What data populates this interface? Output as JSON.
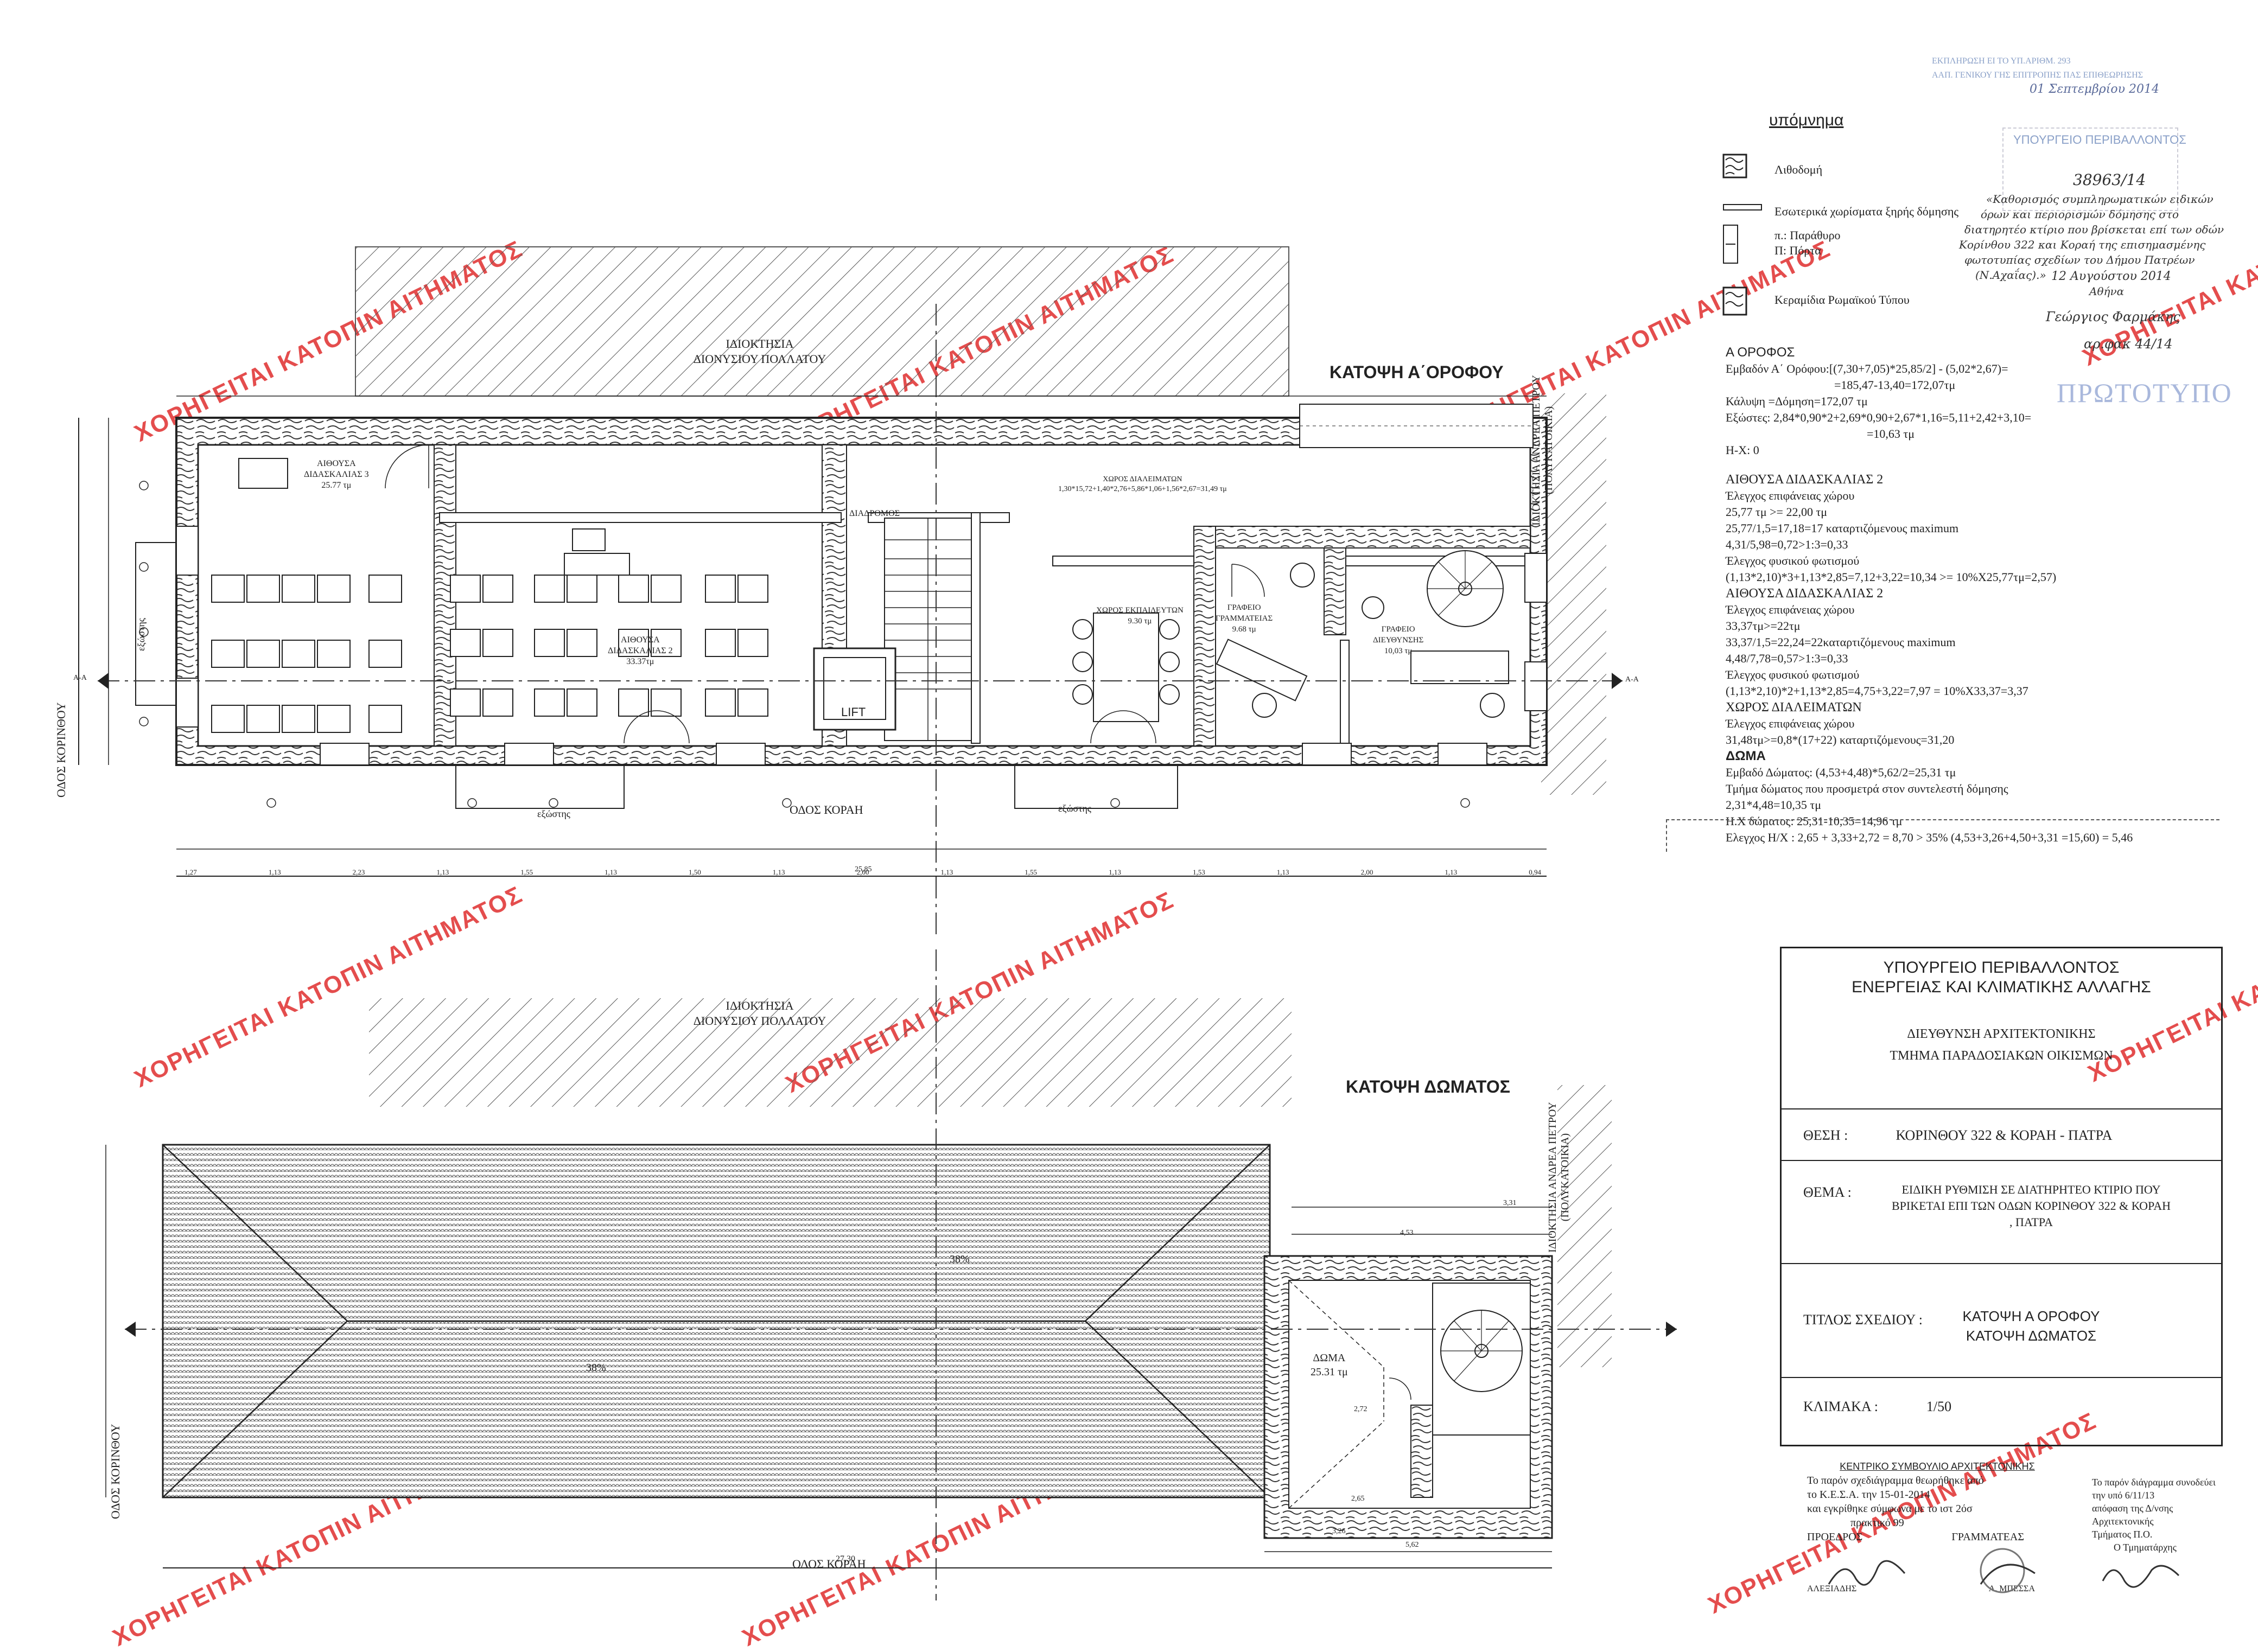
{
  "watermark": "ΧΟΡΗΓΕΙΤΑΙ ΚΑΤΟΠΙΝ ΑΙΤΗΜΑΤΟΣ",
  "stamp_top": {
    "line1": "ΕΚΠΛΗΡΩΣΗ ΕΙ ΤΟ ΥΠ.ΑΡΙΘΜ. 293",
    "line2": "ΑΑΠ. ΓΕΝΙΚΟΥ ΓΗΣ ΕΠΙΤΡΟΠΗΣ ΠΑΣ ΕΠΙΘΕΩΡΗΣΗΣ",
    "date": "01 Σεπτεμβρίου 2014"
  },
  "legend": {
    "title": "υπόμνημα",
    "items": [
      {
        "label": "Λιθοδομή"
      },
      {
        "label": "Εσωτερικά χωρίσματα ξηρής δόμησης"
      },
      {
        "label": "π.: Παράθυρο\nΠ: Πόρτα"
      },
      {
        "label": "Κεραμίδια Ρωμαϊκού Τύπου"
      }
    ]
  },
  "handnote": {
    "lines": [
      "ΥΠΟΥΡΓΕΙΟ ΠΕΡΙΒΑΛΛΟΝΤΟΣ",
      "38963/14",
      "«Καθορισμός συμπληρωματικών ειδικών",
      "όρων και περιορισμών δόμησης στο",
      "διατηρητέο κτίριο που βρίσκεται επί των οδών",
      "Κορίνθου 322 και Κοραή της επισημασμένης",
      "φωτοτυπίας σχεδίων του Δήμου Πατρέων",
      "(Ν.Αχαΐας).»",
      "12 Αυγούστου 2014",
      "Αθήνα",
      "Γεώργιος Φαρμάκης",
      "αρ.φακ 44/14"
    ],
    "prototype": "ΠΡΩΤΟΤΥΠΟ"
  },
  "calcs": {
    "heading": "Α ΟΡΟΦΟΣ",
    "lines": [
      "Εμβαδόν Α΄ Ορόφου:[(7,30+7,05)*25,85/2] - (5,02*2,67)=",
      "=185,47-13,40=172,07τμ",
      "Κάλυψη =Δόμηση=172,07 τμ",
      "Εξώστες: 2,84*0,90*2+2,69*0,90+2,67*1,16=5,11+2,42+3,10=",
      "=10,63 τμ",
      "Η-Χ: 0",
      "",
      "ΑΙΘΟΥΣΑ ΔΙΔΑΣΚΑΛΙΑΣ 2",
      "Έλεγχος επιφάνειας χώρου",
      "25,77 τμ >= 22,00 τμ",
      "25,77/1,5=17,18=17 καταρτιζόμενους maximum",
      "4,31/5,98=0,72>1:3=0,33",
      "Έλεγχος φυσικού φωτισμού",
      "(1,13*2,10)*3+1,13*2,85=7,12+3,22=10,34 >= 10%Χ25,77τμ=2,57)",
      "ΑΙΘΟΥΣΑ ΔΙΔΑΣΚΑΛΙΑΣ 2",
      "Έλεγχος επιφάνειας χώρου",
      "33,37τμ>=22τμ",
      "33,37/1,5=22,24=22καταρτιζόμενους maximum",
      "4,48/7,78=0,57>1:3=0,33",
      "Έλεγχος φυσικού φωτισμού",
      "(1,13*2,10)*2+1,13*2,85=4,75+3,22=7,97 = 10%Χ33,37=3,37",
      "ΧΩΡΟΣ ΔΙΑΛΕΙΜΑΤΩΝ",
      "Έλεγχος επιφάνειας χώρου",
      "31,48τμ>=0,8*(17+22) καταρτιζόμενους=31,20",
      "ΔΩΜΑ",
      "Εμβαδό Δώματος: (4,53+4,48)*5,62/2=25,31 τμ",
      "Τμήμα δώματος που προσμετρά στον συντελεστή δόμησης",
      "2,31*4,48=10,35 τμ",
      "Η.Χ δώματος: 25,31-10,35=14,96 τμ",
      "Ελεγχος Η/Χ : 2,65 + 3,33+2,72 = 8,70 > 35% (4,53+3,26+4,50+3,31 =15,60) = 5,46"
    ]
  },
  "plan1": {
    "title": "ΚΑΤΟΨΗ Α΄ΟΡΟΦΟΥ",
    "neighbor_top": "ΙΔΙΟΚΤΗΣΙΑ\nΔΙΟΝΥΣΙΟΥ ΠΟΛΛΑΤΟΥ",
    "neighbor_right": "ΙΔΙΟΚΤΗΣΙΑ ΑΝΔΡΕΑ ΠΕΤΡΟΥ (ΠΟΛΥΚΑΤΟΙΚΙΑ)",
    "street_left": "ΟΔΟΣ ΚΟΡΙΝΘΟΥ",
    "street_bottom": "ΟΔΟΣ ΚΟΡΑΗ",
    "rooms": [
      {
        "name": "ΑΙΘΟΥΣΑ\nΔΙΔΑΣΚΑΛΙΑΣ 3",
        "area": "25.77 τμ"
      },
      {
        "name": "ΑΙΘΟΥΣΑ\nΔΙΔΑΣΚΑΛΙΑΣ 2",
        "area": "33.37τμ"
      },
      {
        "name": "ΧΩΡΟΣ ΔΙΑΛΕΙΜΑΤΩΝ",
        "area": "1,30*15,72+1,40*2,76+5,86*1,06+1,56*2,67=31,49 τμ"
      },
      {
        "name": "ΔΙΑΔΡΟΜΟΣ",
        "area": ""
      },
      {
        "name": "ΧΩΡΟΣ ΕΚΠΑΙΔΕΥΤΩΝ",
        "area": "9.30 τμ"
      },
      {
        "name": "ΓΡΑΦΕΙΟ\nΓΡΑΜΜΑΤΕΙΑΣ",
        "area": "9.68 τμ"
      },
      {
        "name": "ΓΡΑΦΕΙΟ\nΔΙΕΥΘΥΝΣΗΣ",
        "area": "10,03 τμ"
      },
      {
        "name": "LIFT",
        "area": ""
      }
    ],
    "balcony": "εξώστης",
    "section": "Α-Α",
    "dims_bottom": [
      "1,27",
      "1,13",
      "2,23",
      "1,13",
      "1,55",
      "1,13",
      "1,50",
      "1,13",
      "2,00",
      "1,13",
      "1,55",
      "1,13",
      "1,53",
      "1,13",
      "2,00",
      "1,13",
      "0,94"
    ],
    "dim_total": "25,85"
  },
  "plan2": {
    "title": "ΚΑΤΟΨΗ ΔΩΜΑΤΟΣ",
    "neighbor_top": "ΙΔΙΟΚΤΗΣΙΑ\nΔΙΟΝΥΣΙΟΥ ΠΟΛΛΑΤΟΥ",
    "neighbor_right": "ΙΔΙΟΚΤΗΣΙΑ ΑΝΔΡΕΑ ΠΕΤΡΟΥ (ΠΟΛΥΚΑΤΟΙΚΙΑ)",
    "street_left": "ΟΔΟΣ ΚΟΡΙΝΘΟΥ",
    "street_bottom": "ΟΔΟΣ ΚΟΡΑΗ",
    "room": "ΔΩΜΑ",
    "room_area": "25.31 τμ",
    "slope1": "38%",
    "slope2": "38%",
    "dim_total": "27,30",
    "dims": [
      "5,62",
      "3,26",
      "2,65",
      "2,72",
      "3,31",
      "4,53"
    ]
  },
  "titleblock": {
    "ministry": "ΥΠΟΥΡΓΕΙΟ ΠΕΡΙΒΑΛΛΟΝΤΟΣ\nΕΝΕΡΓΕΙΑΣ ΚΑΙ ΚΛΙΜΑΤΙΚΗΣ ΑΛΛΑΓΗΣ",
    "directorate": "ΔΙΕΥΘΥΝΣΗ ΑΡΧΙΤΕΚΤΟΝΙΚΗΣ",
    "department": "ΤΜΗΜΑ ΠΑΡΑΔΟΣΙΑΚΩΝ ΟΙΚΙΣΜΩΝ",
    "location_label": "ΘΕΣΗ :",
    "location": "ΚΟΡΙΝΘΟΥ 322 & ΚΟΡΑΗ  - ΠΑΤΡΑ",
    "subject_label": "ΘΕΜΑ :",
    "subject": "ΕΙΔΙΚΗ ΡΥΘΜΙΣΗ ΣΕ ΔΙΑΤΗΡΗΤΕΟ ΚΤΙΡΙΟ ΠΟΥ\nΒΡΙΚΕΤΑΙ ΕΠΙ ΤΩΝ ΟΔΩΝ ΚΟΡΙΝΘΟΥ 322 & ΚΟΡΑΗ\n, ΠΑΤΡΑ",
    "drawing_label": "ΤΙΤΛΟΣ ΣΧΕΔΙΟΥ :",
    "drawing": "ΚΑΤΟΨΗ Α ΟΡΟΦΟΥ\nΚΑΤΟΨΗ ΔΩΜΑΤΟΣ",
    "scale_label": "ΚΛΙΜΑΚΑ :",
    "scale": "1/50"
  },
  "bottom_stamps": {
    "left_title": "ΚΕΝΤΡΙΚΟ ΣΥΜΒΟΥΛΙΟ ΑΡΧΙΤΕΚΤΟΝΙΚΗΣ",
    "left_lines": [
      "Το παρόν σχεδιάγραμμα θεωρήθηκε από",
      "το Κ.Ε.Σ.Α. την 15-01-2014",
      "και εγκρίθηκε σύμφωνα με το ιστ 2όσ",
      "πρακτικό 99",
      "ΠΡΟΕΔΡΟΣ",
      "ΓΡΑΜΜΑΤΕΑΣ",
      "ΑΛΕΞΙΑΔΗΣ",
      "Α. ΜΠΕΣΣΑ"
    ],
    "right_lines": [
      "Το παρόν διάγραμμα συνοδεύει",
      "την υπό 6/11/13",
      "απόφαση της Δ/νσης Αρχιτεκτονικής",
      "Τμήματος Π.Ο.",
      "Ο Τμηματάρχης"
    ]
  }
}
